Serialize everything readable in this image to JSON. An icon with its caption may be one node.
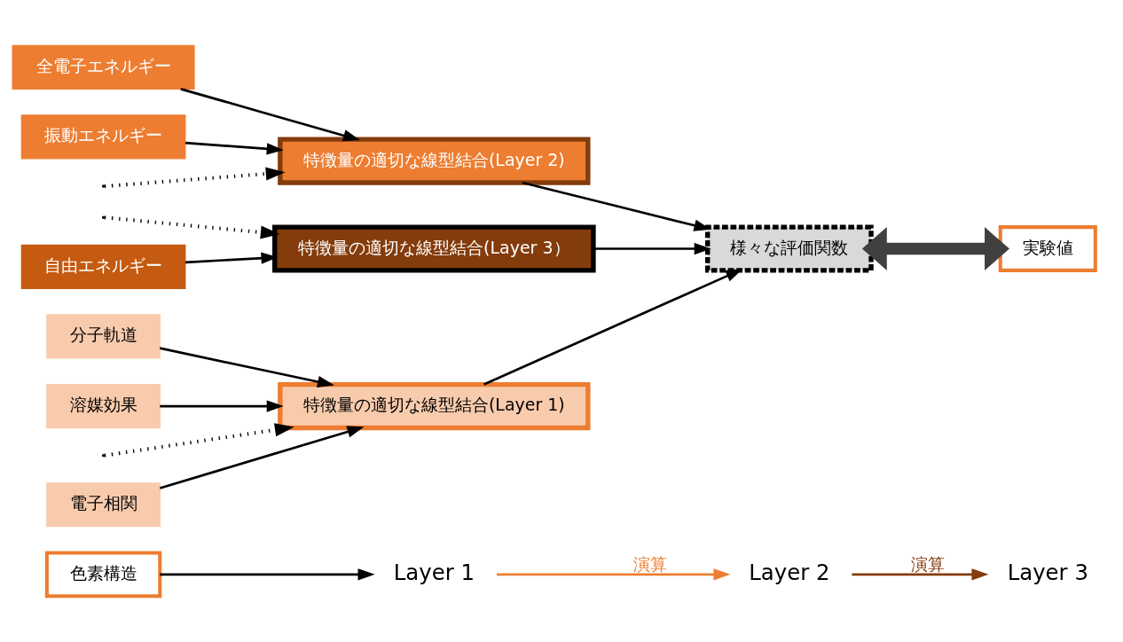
{
  "diagram": {
    "nodes": [
      {
        "text": [
          "色素構造"
        ]
      },
      {
        "text": [
          "Layer 1"
        ]
      },
      {
        "text": [
          "分子軌道"
        ]
      },
      {
        "text": [
          "電子相関"
        ]
      },
      {
        "text": [
          "溶媒効果"
        ]
      },
      {
        "text": [
          "特徴量の適切な線型結合(Layer 1)"
        ]
      },
      {
        "text": [
          "Layer 2"
        ]
      },
      {
        "text": [
          "全電子エネルギー"
        ]
      },
      {
        "text": [
          "振動エネルギー"
        ]
      },
      {
        "text": [
          "特徴量の適切な線型結合(Layer 2)"
        ]
      },
      {
        "text": [
          "Layer 3"
        ]
      },
      {
        "text": [
          "自由エネルギー"
        ]
      },
      {
        "text": [
          "特徴量の適切な線型結合(Layer 3）"
        ]
      },
      {
        "text": [
          "様々な評価関数"
        ]
      },
      {
        "text": [
          "実験値"
        ]
      }
    ],
    "edges": [
      {
        "from": 0,
        "to": 1,
        "arrow": "to"
      },
      {
        "from": 2,
        "to": 5,
        "arrow": "to"
      },
      {
        "from": 3,
        "to": 5,
        "arrow": "to"
      },
      {
        "from": 4,
        "to": 5,
        "arrow": "to"
      },
      {
        "from": null,
        "to": 5,
        "arrow": "to",
        "style": "dashed"
      },
      {
        "from": 1,
        "to": 6,
        "arrow": "to",
        "label": "演算",
        "color": "#ed7d31"
      },
      {
        "from": 7,
        "to": 9,
        "arrow": "to"
      },
      {
        "from": 8,
        "to": 9,
        "arrow": "to"
      },
      {
        "from": null,
        "to": 9,
        "arrow": "to",
        "style": "dashed"
      },
      {
        "from": 6,
        "to": 10,
        "arrow": "to",
        "label": "演算",
        "color": "#843c0c"
      },
      {
        "from": 11,
        "to": 12,
        "arrow": "to"
      },
      {
        "from": null,
        "to": 12,
        "arrow": "to",
        "style": "dashed"
      },
      {
        "from": 5,
        "to": 13,
        "arrow": "to"
      },
      {
        "from": 9,
        "to": 13,
        "arrow": "to"
      },
      {
        "from": 12,
        "to": 13,
        "arrow": "to"
      },
      {
        "from": 13,
        "to": 14,
        "arrow": "both",
        "style": "thick",
        "color": "#404040"
      }
    ]
  }
}
